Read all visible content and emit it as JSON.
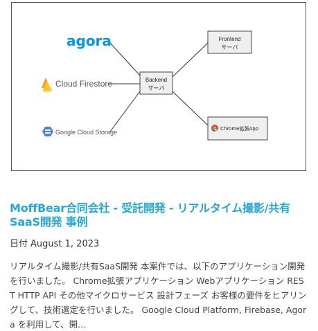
{
  "diagram": {
    "agora_logo": "agora",
    "firestore_label": "Cloud Firestore",
    "storage_label": "Google Cloud Storage",
    "backend_line1": "Backend",
    "backend_line2": "サーバ",
    "frontend_line1": "Frontend",
    "frontend_line2": "サーバ",
    "chrome_label": "Chrome拡張App",
    "colors": {
      "agora_blue": "#0096f0",
      "firestore_orange": "#f6a20a",
      "storage_blue": "#4a80ec",
      "box_fill": "#efefef",
      "box_border": "#444444"
    }
  },
  "post": {
    "title": "MoffBear合同会社 - 受託開発 - リアルタイム撮影/共有SaaS開発 事例",
    "date_label": "日付",
    "date_value": "August 1, 2023",
    "excerpt": "リアルタイム撮影/共有SaaS開発 本案件では、以下のアプリケーション開発を行いました。 Chrome拡張アプリケーション Webアプリケーション REST HTTP API その他マイクロサービス 設計フェーズ お客様の要件をヒアリングして、技術選定を行いました。 Google Cloud Platform, Firebase, Agora を利用して、開..."
  }
}
